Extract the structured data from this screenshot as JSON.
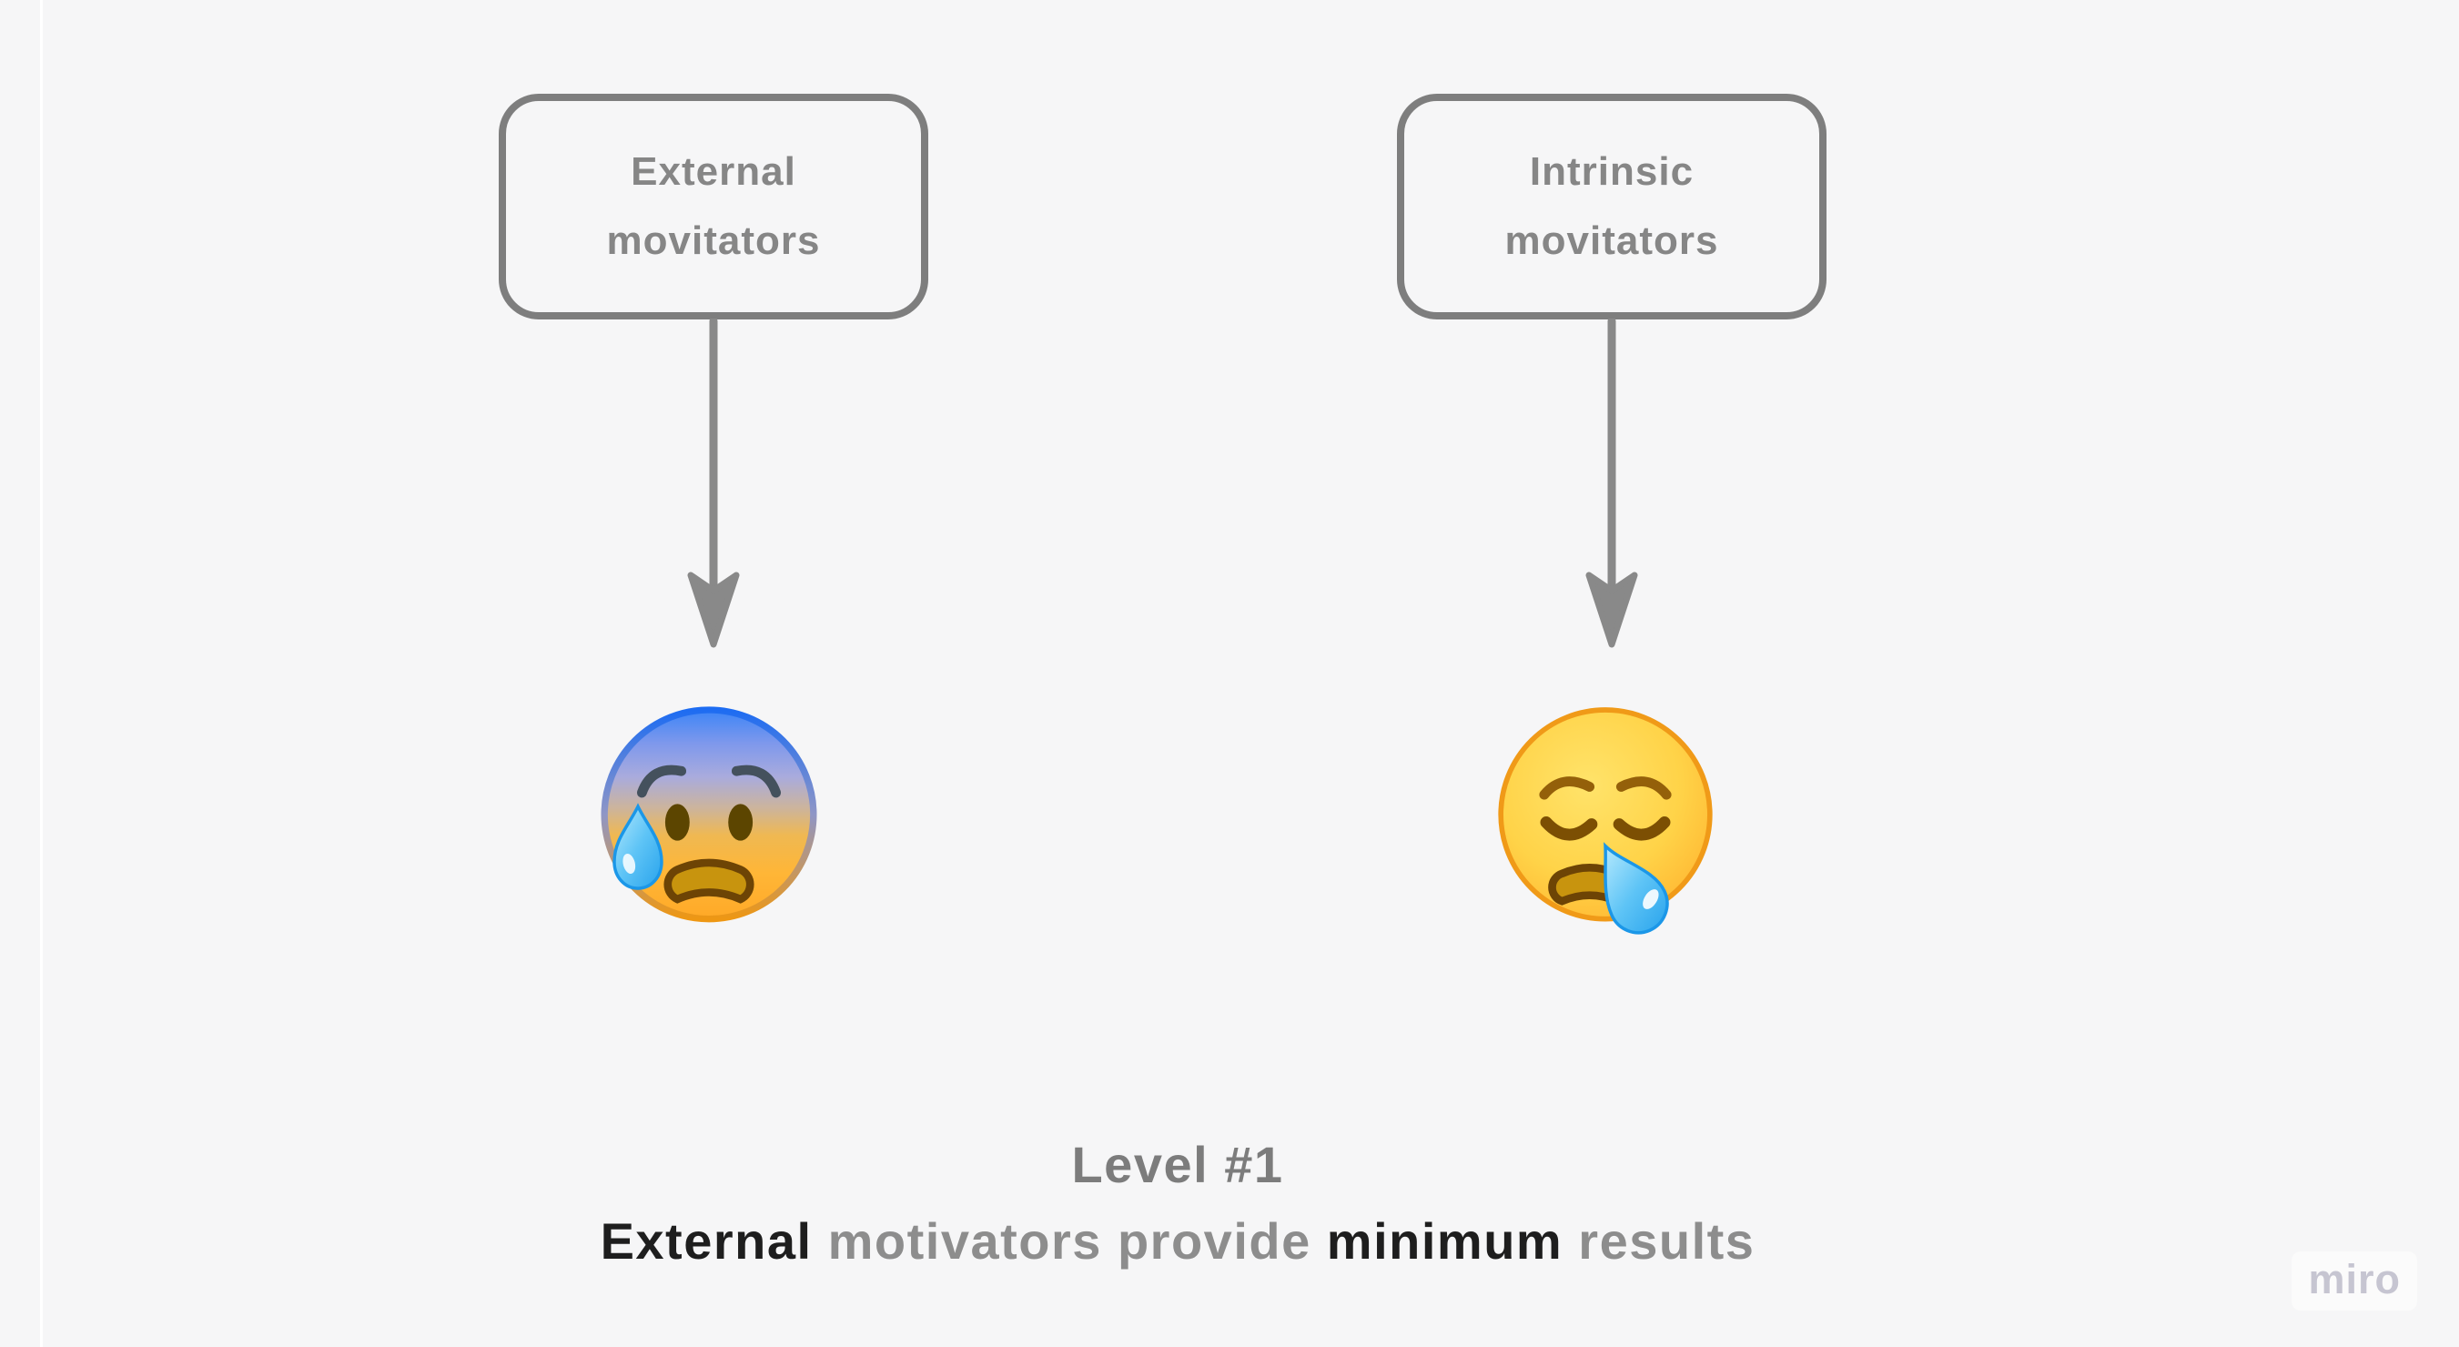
{
  "board": {
    "background_color": "#f6f6f7",
    "left_edge_line_color": "#ffffff",
    "stroke_gray": "#7e7e7e"
  },
  "boxes": {
    "left": {
      "line1": "External",
      "line2": "movitators"
    },
    "right": {
      "line1": "Intrinsic",
      "line2": "movitators"
    }
  },
  "connectors": {
    "color": "#898989",
    "direction": "down"
  },
  "emojis": {
    "left": {
      "name": "anxious-face-with-cold-sweat",
      "char": "😰"
    },
    "right": {
      "name": "sleepy-face",
      "char": "😪"
    }
  },
  "caption": {
    "line1": "Level #1",
    "line2": {
      "seg1": "External",
      "seg2": " motivators provide ",
      "seg3": "minimum",
      "seg4": " results"
    },
    "colors": {
      "heading": "#7c7c7c",
      "muted": "#8d8d8d",
      "emphasis": "#1e1e1e"
    }
  },
  "watermark": {
    "label": "miro",
    "color": "#c6c5d1"
  }
}
